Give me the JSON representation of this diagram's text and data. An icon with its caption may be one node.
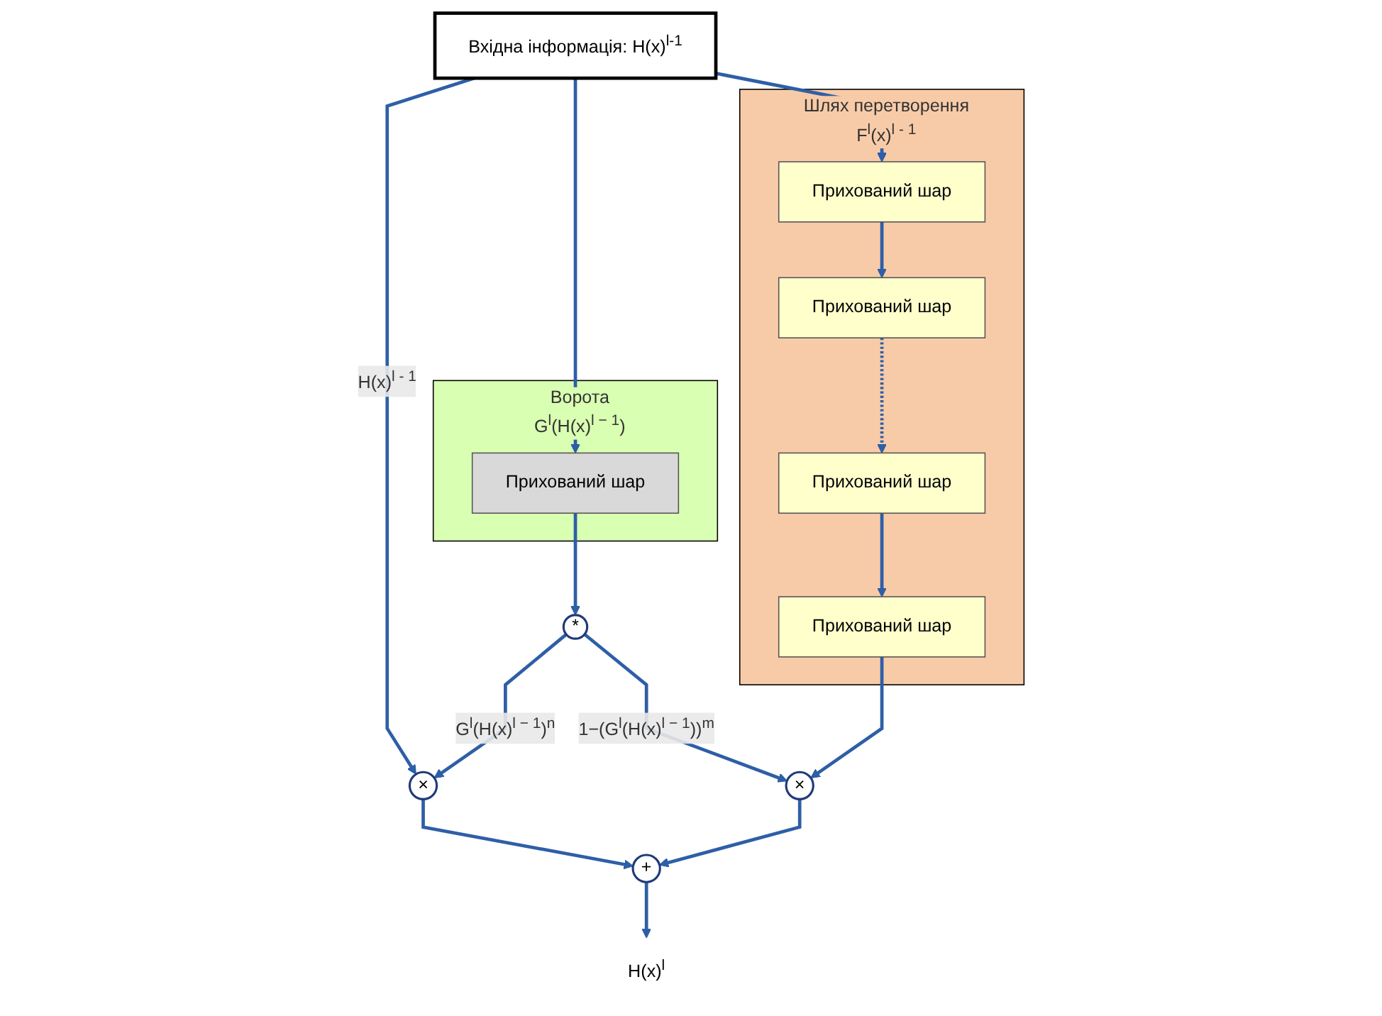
{
  "diagram": {
    "nodes": [
      {
        "text": [
          "Вхідна інформація: H(x)$^{l-1}$"
        ]
      },
      {
        "text": [
          "Ворота",
          "G$^{l}$(H(x)$^{l − 1}$)"
        ]
      },
      {
        "text": [
          "Прихований шар"
        ],
        "in": 1
      },
      {
        "text": [
          "Шлях перетворення",
          "F$^{l}$(x)$^{l - 1}$"
        ]
      },
      {
        "text": [
          "Прихований шар"
        ],
        "in": 3
      },
      {
        "text": [
          "Прихований шар"
        ],
        "in": 3
      },
      {
        "text": [
          "Прихований шар"
        ],
        "in": 3
      },
      {
        "text": [
          "Прихований шар"
        ],
        "in": 3
      },
      {
        "text": [
          "×"
        ]
      },
      {
        "text": [
          "*"
        ]
      },
      {
        "text": [
          "×"
        ]
      },
      {
        "text": [
          "+"
        ]
      },
      {
        "text": [
          "H(x)$^{l}$"
        ]
      }
    ],
    "edges": [
      {
        "from": 0,
        "to": 8,
        "arrow": "to",
        "label": "H(x)$^{l - 1}$"
      },
      {
        "from": 0,
        "to": 2,
        "arrow": "to"
      },
      {
        "from": 0,
        "to": 4,
        "arrow": "to"
      },
      {
        "from": 4,
        "to": 5,
        "arrow": "to"
      },
      {
        "from": 5,
        "to": 6,
        "arrow": "to",
        "style": "dashed"
      },
      {
        "from": 6,
        "to": 7,
        "arrow": "to"
      },
      {
        "from": 2,
        "to": 9,
        "arrow": "to"
      },
      {
        "from": 9,
        "to": 8,
        "arrow": "to",
        "label": "G$^{l}$(H(x)$^{l − 1}$)$^{n}$"
      },
      {
        "from": 9,
        "to": 10,
        "arrow": "to",
        "label": "1−(G$^{l}$(H(x)$^{l − 1}$))$^{m}$"
      },
      {
        "from": 7,
        "to": 10,
        "arrow": "to"
      },
      {
        "from": 8,
        "to": 11,
        "arrow": "to"
      },
      {
        "from": 10,
        "to": 11,
        "arrow": "to"
      },
      {
        "from": 11,
        "to": 12,
        "arrow": "to"
      }
    ]
  }
}
